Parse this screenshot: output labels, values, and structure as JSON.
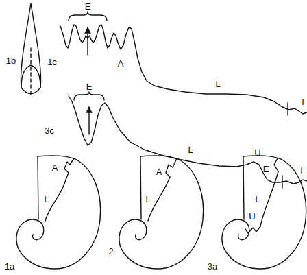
{
  "diagram": {
    "labels": [
      "1b",
      "E",
      "1c",
      "A",
      "L",
      "I",
      "E",
      "3c",
      "L",
      "U",
      "I",
      "A",
      "L",
      "A",
      "L",
      "E",
      "L",
      "U",
      "1a",
      "2",
      "3a"
    ]
  }
}
